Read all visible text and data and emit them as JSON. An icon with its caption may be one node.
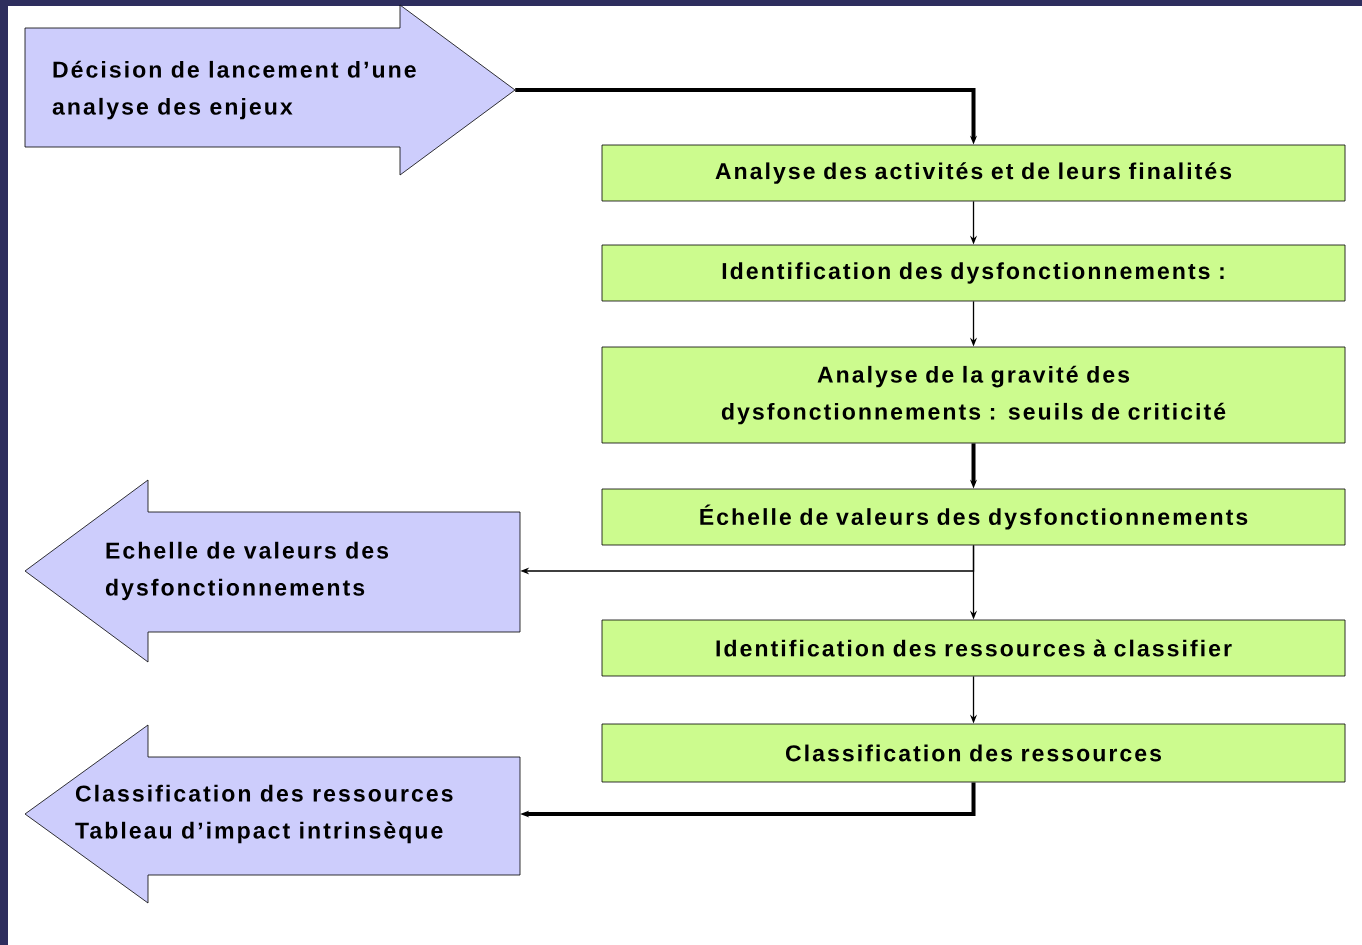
{
  "diagram": {
    "nodes": [
      {
        "text": [
          "Décision de lancement d’une analyse des enjeux"
        ]
      },
      {
        "text": [
          "Analyse des activités et de leurs finalités"
        ]
      },
      {
        "text": [
          "Identification des dysfonctionnements :"
        ]
      },
      {
        "text": [
          "Analyse de la gravité des dysfonctionnements : seuils de criticité"
        ]
      },
      {
        "text": [
          "Échelle de valeurs des dysfonctionnements"
        ]
      },
      {
        "text": [
          "Identification des ressources à classifier"
        ]
      },
      {
        "text": [
          "Classification des ressources"
        ]
      },
      {
        "text": [
          "Echelle de valeurs des dysfonctionnements"
        ]
      },
      {
        "text": [
          "Classification des ressources",
          "Tableau d’impact intrinsèque"
        ]
      }
    ],
    "edges": [
      {
        "from": 0,
        "to": 1,
        "arrow": "to",
        "style": "thick"
      },
      {
        "from": 1,
        "to": 2,
        "arrow": "to"
      },
      {
        "from": 2,
        "to": 3,
        "arrow": "to"
      },
      {
        "from": 3,
        "to": 4,
        "arrow": "to",
        "style": "thick"
      },
      {
        "from": 4,
        "to": 5,
        "arrow": "to"
      },
      {
        "from": 4,
        "to": 7,
        "arrow": "to"
      },
      {
        "from": 5,
        "to": 6,
        "arrow": "to"
      },
      {
        "from": 6,
        "to": 8,
        "arrow": "to",
        "style": "thick"
      }
    ]
  }
}
